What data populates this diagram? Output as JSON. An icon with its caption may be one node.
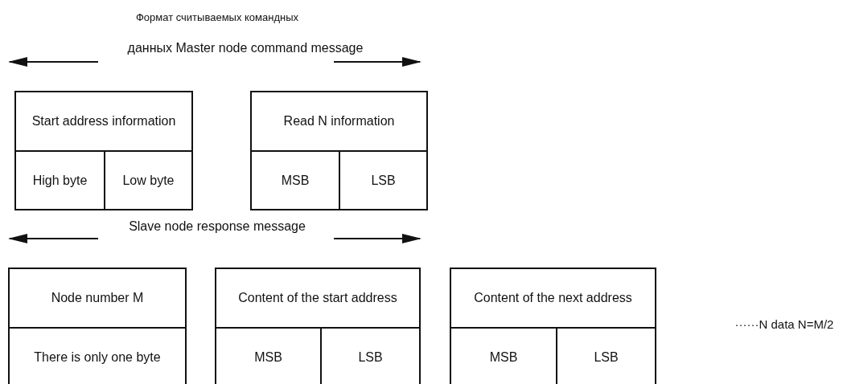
{
  "diagram": {
    "nodes": [
      {
        "text": [
          "Start address information"
        ]
      },
      {
        "text": [
          "High byte"
        ]
      },
      {
        "text": [
          "Low byte"
        ]
      },
      {
        "text": [
          "Read N information"
        ]
      },
      {
        "text": [
          "MSB"
        ]
      },
      {
        "text": [
          "LSB"
        ]
      },
      {
        "text": [
          "Node number M"
        ]
      },
      {
        "text": [
          "There is only one byte"
        ]
      },
      {
        "text": [
          "Content of the start address"
        ]
      },
      {
        "text": [
          "MSB"
        ]
      },
      {
        "text": [
          "LSB"
        ]
      },
      {
        "text": [
          "Content of the next address"
        ]
      },
      {
        "text": [
          "MSB"
        ]
      },
      {
        "text": [
          "LSB"
        ]
      }
    ],
    "labels": [
      "Формат считываемых командных",
      "данных Master node command message",
      "Slave node response message",
      "······N data N=M/2"
    ]
  }
}
